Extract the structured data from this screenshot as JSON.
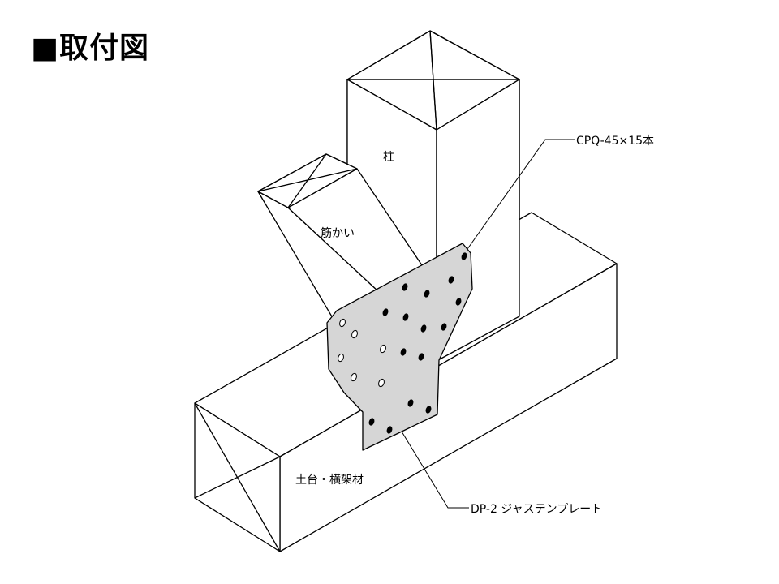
{
  "title": "■取付図",
  "labels": {
    "column": "柱",
    "brace": "筋かい",
    "sill": "土台・横架材",
    "screw": "CPQ-45×15本",
    "plate": "DP-2 ジャステンプレート"
  },
  "colors": {
    "plate_fill": "#d6d6d6",
    "line": "#000000",
    "filled_hole": "#000000",
    "open_hole": "#ffffff"
  }
}
